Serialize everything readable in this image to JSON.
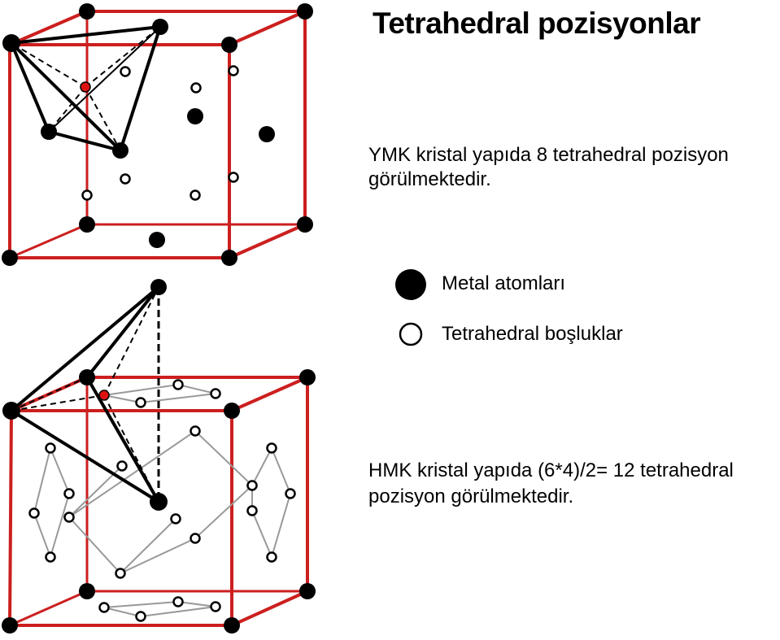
{
  "title": "Tetrahedral pozisyonlar",
  "fcc_text": {
    "line1": "YMK kristal yapıda 8 tetrahedral pozisyon",
    "line2": "görülmektedir."
  },
  "legend": {
    "metal_label": "Metal atomları",
    "void_label": "Tetrahedral boşluklar"
  },
  "hcp_text": {
    "line1": "HMK kristal yapıda (6*4)/2= 12 tetrahedral",
    "line2": "pozisyon görülmektedir."
  },
  "colors": {
    "cube_edge": "#cc1f1f",
    "atom": "#000000",
    "void_fill": "#ffffff",
    "highlight_void": "#dd1111",
    "void_link": "#999999"
  },
  "icons": {
    "metal": "filled-black-circle",
    "void": "hollow-circle"
  }
}
